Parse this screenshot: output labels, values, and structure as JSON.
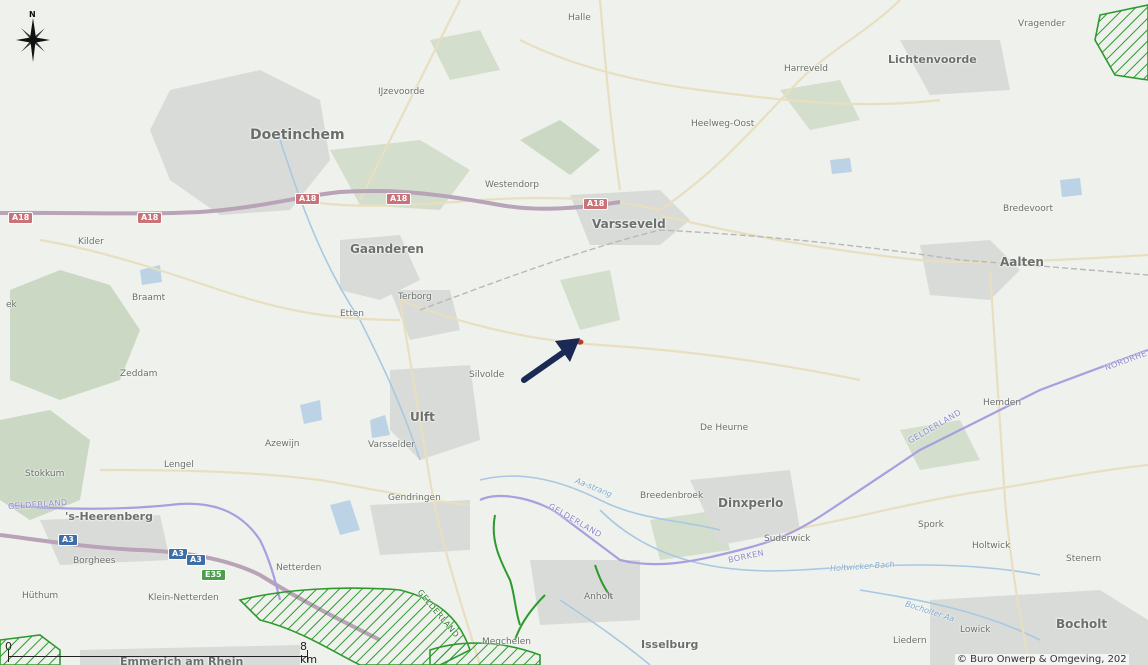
{
  "map": {
    "north_label": "N",
    "scale": {
      "start": "0",
      "end": "8 km"
    },
    "copyright": "© Buro Onwerp & Omgeving, 202",
    "colors": {
      "background": "#eef1ec",
      "urban": "#d9dbd8",
      "forest": "#c9d6c0",
      "water": "#b9d2e6",
      "highway": "#b9a3b6",
      "road": "#e7dfc4",
      "province_border": "#a89fdf",
      "natura2000": "#2e9a2e",
      "arrow": "#1b2a55",
      "site": "#b5402a"
    },
    "places": {
      "doetinchem": "Doetinchem",
      "varsseveld": "Varsseveld",
      "gaanderen": "Gaanderen",
      "aalten": "Aalten",
      "ulft": "Ulft",
      "dinxperlo": "Dinxperlo",
      "bocholt": "Bocholt",
      "lichtenvoorde": "Lichtenvoorde",
      "heerenberg": "'s-Heerenberg",
      "isselburg": "Isselburg",
      "emmerich": "Emmerich am Rhein",
      "halle": "Halle",
      "vragender": "Vragender",
      "harreveld": "Harreveld",
      "ijzevoorde": "IJzevoorde",
      "heelweg_oost": "Heelweg-Oost",
      "westendorp": "Westendorp",
      "bredevoort": "Bredevoort",
      "kilder": "Kilder",
      "braamt": "Braamt",
      "etten": "Etten",
      "terborg": "Terborg",
      "silvolde": "Silvolde",
      "zeddam": "Zeddam",
      "azewijn": "Azewijn",
      "varsselder": "Varsselder",
      "de_heurne": "De Heurne",
      "hemden": "Hemden",
      "stokkum": "Stokkum",
      "lengel": "Lengel",
      "gendringen": "Gendringen",
      "breedenbroek": "Breedenbroek",
      "suderwick": "Suderwick",
      "spork": "Spork",
      "holtwick": "Holtwick",
      "stenern": "Stenern",
      "borghees": "Borghees",
      "netterden": "Netterden",
      "huthum": "Hüthum",
      "klein_netterden": "Klein-Netterden",
      "anholt": "Anholt",
      "megchelen": "Megchelen",
      "liedern": "Liedern",
      "lowick": "Lowick",
      "ek": "ek"
    },
    "province_labels": {
      "gelderland_1": "GELDERLAND",
      "gelderland_2": "GELDERLAND",
      "gelderland_3": "GELDERLAND",
      "gelderland_4": "GELDERLAND",
      "nordrhein": "NORDRHE",
      "borken": "BORKEN"
    },
    "water_labels": {
      "aa_strang": "Aa-strang",
      "holtwicker_bach": "Holtwicker Bach",
      "bocholter_aa": "Bocholter Aa"
    },
    "roads": {
      "a18_1": "A18",
      "a18_2": "A18",
      "a18_3": "A18",
      "a18_4": "A18",
      "a18_5": "A18",
      "a3_1": "A3",
      "a3_2": "A3",
      "a3_3": "A3",
      "e35": "E35"
    }
  }
}
